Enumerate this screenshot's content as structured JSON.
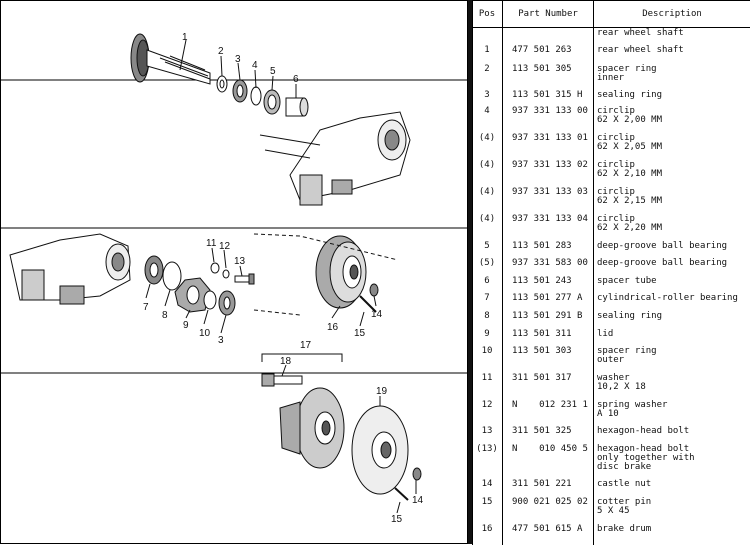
{
  "table": {
    "headers": {
      "pos": "Pos",
      "part": "Part Number",
      "desc": "Description"
    },
    "rows": [
      {
        "pos": "",
        "part": "",
        "desc": "rear wheel shaft"
      },
      {
        "pos": "1",
        "part": "477 501 263",
        "desc": "rear wheel shaft"
      },
      {
        "pos": "2",
        "part": "113 501 305",
        "desc": "spacer ring\ninner"
      },
      {
        "pos": "3",
        "part": "113 501 315 H",
        "desc": "sealing ring"
      },
      {
        "pos": "4",
        "part": "937 331 133 00",
        "desc": "circlip\n62 X 2,00 MM"
      },
      {
        "pos": "(4)",
        "part": "937 331 133 01",
        "desc": "circlip\n62 X 2,05 MM"
      },
      {
        "pos": "(4)",
        "part": "937 331 133 02",
        "desc": "circlip\n62 X 2,10 MM"
      },
      {
        "pos": "(4)",
        "part": "937 331 133 03",
        "desc": "circlip\n62 X 2,15 MM"
      },
      {
        "pos": "(4)",
        "part": "937 331 133 04",
        "desc": "circlip\n62 X 2,20 MM"
      },
      {
        "pos": "5",
        "part": "113 501 283",
        "desc": "deep-groove ball bearing"
      },
      {
        "pos": "(5)",
        "part": "937 331 583 00",
        "desc": "deep-groove ball bearing"
      },
      {
        "pos": "6",
        "part": "113 501 243",
        "desc": "spacer tube"
      },
      {
        "pos": "7",
        "part": "113 501 277 A",
        "desc": "cylindrical-roller bearing"
      },
      {
        "pos": "8",
        "part": "113 501 291 B",
        "desc": "sealing ring"
      },
      {
        "pos": "9",
        "part": "113 501 311",
        "desc": "lid"
      },
      {
        "pos": "10",
        "part": "113 501 303",
        "desc": "spacer ring\nouter"
      },
      {
        "pos": "11",
        "part": "311 501 317",
        "desc": "washer\n10,2 X 18"
      },
      {
        "pos": "12",
        "part": "N    012 231 1",
        "desc": "spring washer\nA 10"
      },
      {
        "pos": "13",
        "part": "311 501 325",
        "desc": "hexagon-head bolt"
      },
      {
        "pos": "(13)",
        "part": "N    010 450 5",
        "desc": "hexagon-head bolt\nonly together with\ndisc brake"
      },
      {
        "pos": "14",
        "part": "311 501 221",
        "desc": "castle nut"
      },
      {
        "pos": "15",
        "part": "900 021 025 02",
        "desc": "cotter pin\n5 X 45"
      },
      {
        "pos": "16",
        "part": "477 501 615 A",
        "desc": "brake drum"
      }
    ]
  },
  "diagram": {
    "callouts": {
      "c1": "1",
      "c2": "2",
      "c3": "3",
      "c4": "4",
      "c5": "5",
      "c6": "6",
      "c7": "7",
      "c8": "8",
      "c9": "9",
      "c10": "10",
      "c3b": "3",
      "c11": "11",
      "c12": "12",
      "c13": "13",
      "c14": "14",
      "c15": "15",
      "c16": "16",
      "c17": "17",
      "c18": "18",
      "c19": "19",
      "c14b": "14",
      "c15b": "15"
    }
  }
}
